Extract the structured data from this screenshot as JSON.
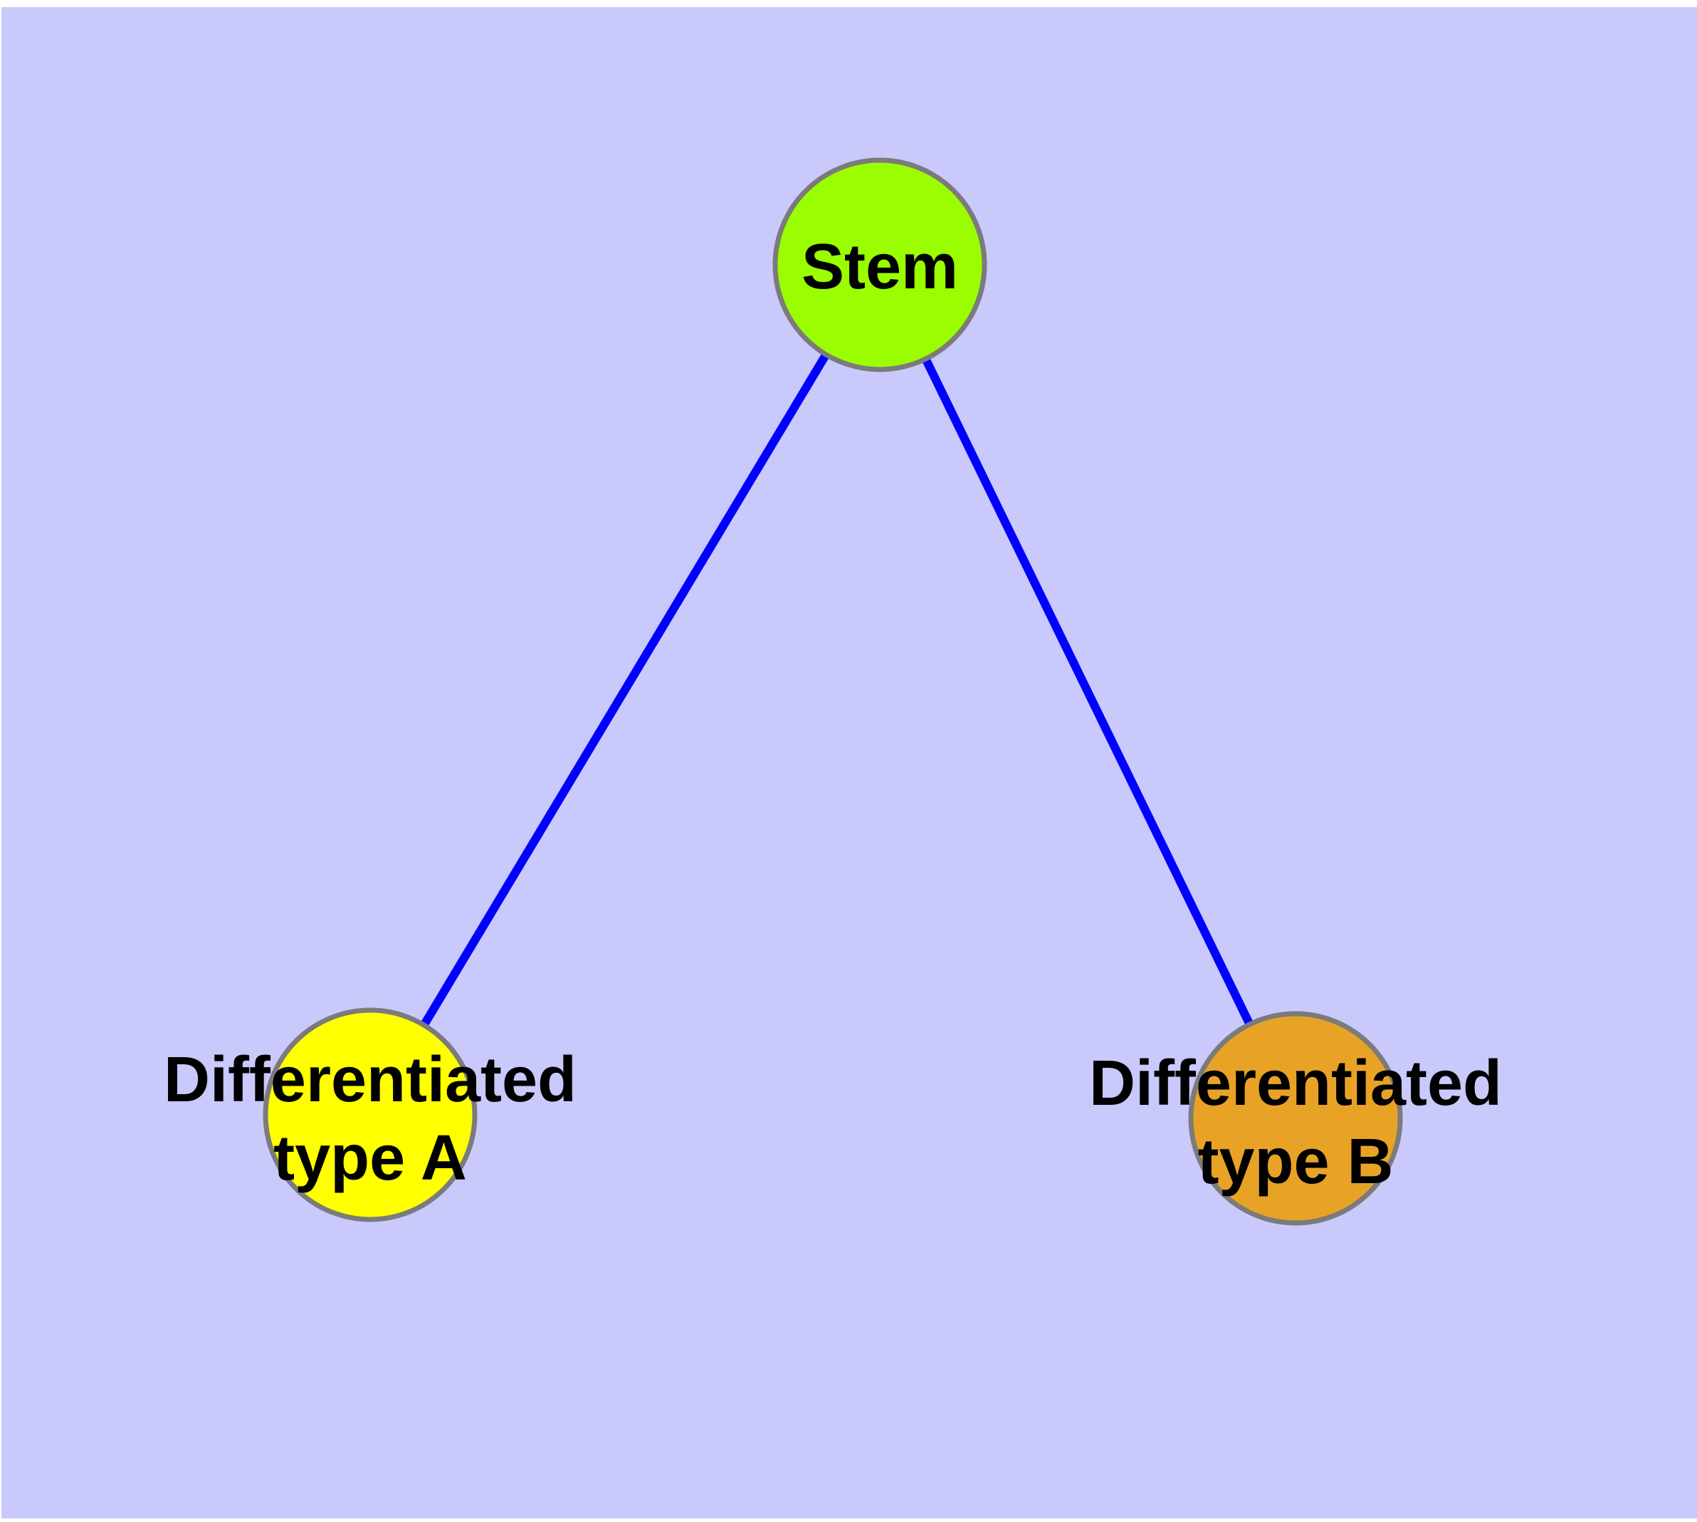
{
  "canvas": {
    "background_color": "#c9c9fb"
  },
  "styles": {
    "edge_color": "#0000ff",
    "node_border_color": "#7b7b7b",
    "label_color": "#000000"
  },
  "nodes": {
    "stem": {
      "label": "Stem",
      "fill": "#9afe00"
    },
    "type_a": {
      "label_line1": "Differentiated",
      "label_line2": "type A",
      "fill": "#ffff00"
    },
    "type_b": {
      "label_line1": "Differentiated",
      "label_line2": "type B",
      "fill": "#e8a326"
    }
  },
  "edges": [
    {
      "from": "Stem",
      "to": "Differentiated type A"
    },
    {
      "from": "Stem",
      "to": "Differentiated type B"
    }
  ]
}
